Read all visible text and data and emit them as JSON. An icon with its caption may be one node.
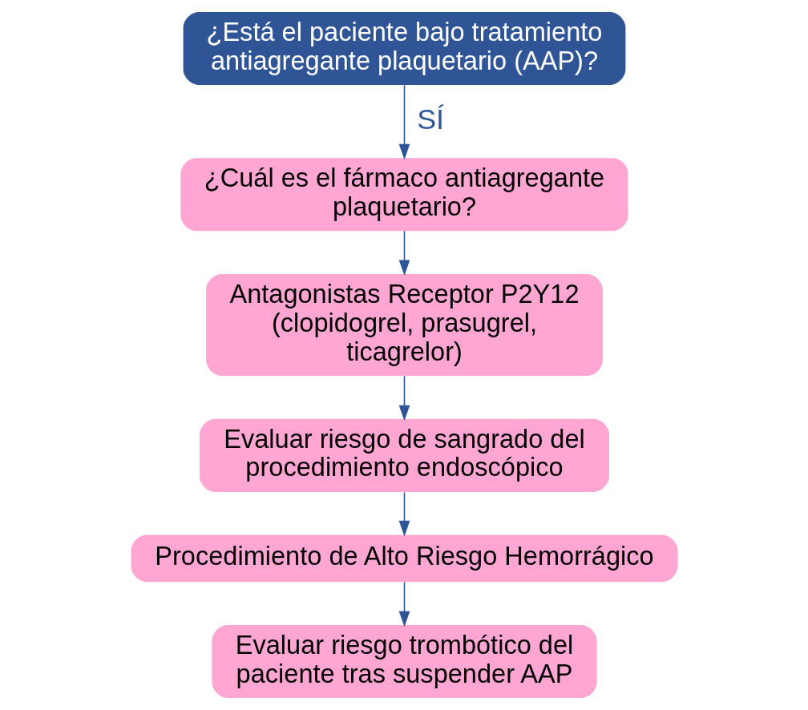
{
  "diagram": {
    "nodes": [
      {
        "text": [
          "¿Está el paciente bajo tratamiento antiagregante plaquetario (AAP)?"
        ]
      },
      {
        "text": [
          "¿Cuál es el fármaco antiagregante plaquetario?"
        ]
      },
      {
        "text": [
          "Antagonistas Receptor P2Y12 (clopidogrel, prasugrel, ticagrelor)"
        ]
      },
      {
        "text": [
          "Evaluar riesgo de sangrado del procedimiento endoscópico"
        ]
      },
      {
        "text": [
          "Procedimiento de Alto Riesgo Hemorrágico"
        ]
      },
      {
        "text": [
          "Evaluar riesgo trombótico del paciente tras suspender AAP"
        ]
      }
    ],
    "edges": [
      {
        "from": 0,
        "to": 1,
        "arrow": "to",
        "label": "SÍ"
      },
      {
        "from": 1,
        "to": 2,
        "arrow": "to"
      },
      {
        "from": 2,
        "to": 3,
        "arrow": "to"
      },
      {
        "from": 3,
        "to": 4,
        "arrow": "to"
      },
      {
        "from": 4,
        "to": 5,
        "arrow": "to"
      }
    ]
  }
}
